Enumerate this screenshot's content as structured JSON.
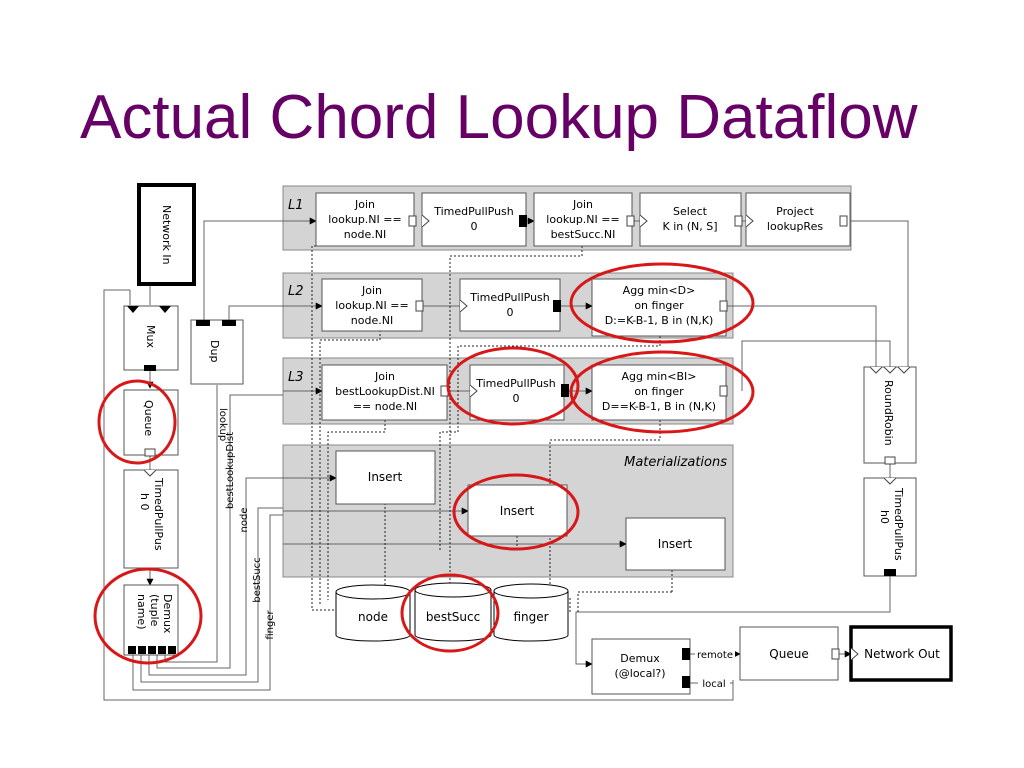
{
  "title": "Actual Chord Lookup Dataflow",
  "network_in": "Network In",
  "mux": "Mux",
  "dup": "Dup",
  "left_queue": "Queue",
  "left_timed": [
    "TimedPullPus",
    "h 0"
  ],
  "left_demux": [
    "Demux",
    "(tuple",
    "name)"
  ],
  "left_labels": {
    "lookup": "lookup",
    "bestLookupDist": "bestLookupDist",
    "node": "node",
    "bestSucc": "bestSucc",
    "finger": "finger"
  },
  "l1": {
    "label": "L1",
    "join1": [
      "Join",
      "lookup.NI ==",
      "node.NI"
    ],
    "timed": [
      "TimedPullPush",
      "0"
    ],
    "join2": [
      "Join",
      "lookup.NI ==",
      "bestSucc.NI"
    ],
    "select": [
      "Select",
      "K in (N, S]"
    ],
    "project": [
      "Project",
      "lookupRes"
    ]
  },
  "l2": {
    "label": "L2",
    "join": [
      "Join",
      "lookup.NI ==",
      "node.NI"
    ],
    "timed": [
      "TimedPullPush",
      "0"
    ],
    "agg": [
      "Agg min<D>",
      "on finger",
      "D:=K-B-1, B in (N,K)"
    ]
  },
  "l3": {
    "label": "L3",
    "join": [
      "Join",
      "bestLookupDist.NI",
      "== node.NI"
    ],
    "timed": [
      "TimedPullPush",
      "0"
    ],
    "agg": [
      "Agg min<BI>",
      "on finger",
      "D==K-B-1, B in (N,K)"
    ]
  },
  "materializations": {
    "label": "Materializations",
    "insert1": "Insert",
    "insert2": "Insert",
    "insert3": "Insert"
  },
  "tables": {
    "node": "node",
    "bestSucc": "bestSucc",
    "finger": "finger"
  },
  "roundrobin": "RoundRobin",
  "right_timed": [
    "TimedPullPus",
    "h0"
  ],
  "bottom_demux": [
    "Demux",
    "(@local?)"
  ],
  "remote_label": "remote",
  "local_label": "local",
  "bottom_queue": "Queue",
  "network_out": "Network Out",
  "colors": {
    "title": "#660066",
    "highlight": "#d81818",
    "panel": "#d4d4d4"
  }
}
